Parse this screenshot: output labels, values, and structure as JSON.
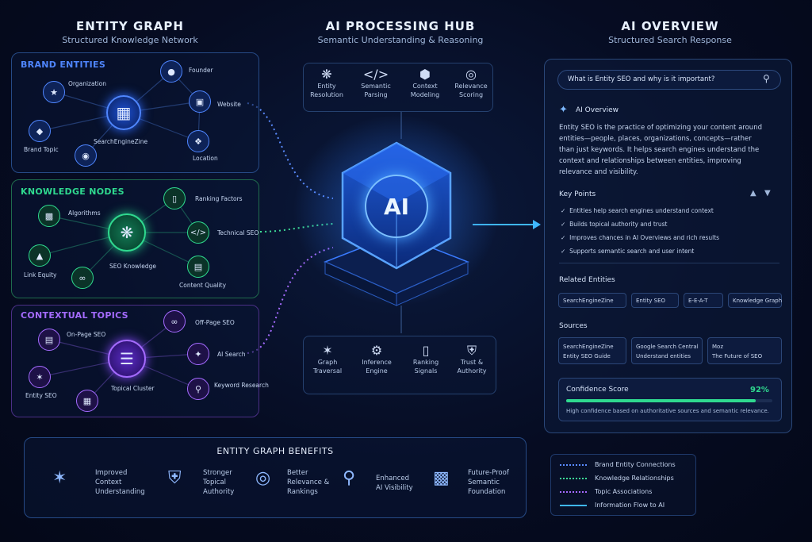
{
  "entity_graph": {
    "title": "ENTITY GRAPH",
    "subtitle": "Structured Knowledge Network",
    "brand": {
      "label": "BRAND ENTITIES",
      "center": "SearchEngineZine",
      "nodes": [
        "Organization",
        "Founder",
        "Website",
        "Brand Topic",
        "Location"
      ]
    },
    "knowledge": {
      "label": "KNOWLEDGE NODES",
      "center": "SEO Knowledge",
      "nodes": [
        "Algorithms",
        "Ranking Factors",
        "Technical SEO",
        "Link Equity",
        "Content Quality"
      ]
    },
    "contextual": {
      "label": "CONTEXTUAL TOPICS",
      "center": "Topical Cluster",
      "nodes": [
        "On-Page SEO",
        "Off-Page SEO",
        "AI Search",
        "Entity SEO",
        "Keyword Research"
      ]
    }
  },
  "hub": {
    "title": "AI PROCESSING HUB",
    "subtitle": "Semantic Understanding & Reasoning",
    "core_label": "AI",
    "top_items": [
      {
        "line1": "Entity",
        "line2": "Resolution"
      },
      {
        "line1": "Semantic",
        "line2": "Parsing"
      },
      {
        "line1": "Context",
        "line2": "Modeling"
      },
      {
        "line1": "Relevance",
        "line2": "Scoring"
      }
    ],
    "bottom_items": [
      {
        "line1": "Graph",
        "line2": "Traversal"
      },
      {
        "line1": "Inference",
        "line2": "Engine"
      },
      {
        "line1": "Ranking",
        "line2": "Signals"
      },
      {
        "line1": "Trust &",
        "line2": "Authority"
      }
    ]
  },
  "overview": {
    "title": "AI OVERVIEW",
    "subtitle": "Structured Search Response",
    "query": "What is Entity SEO and why is it important?",
    "ai_label": "AI Overview",
    "body_lines": [
      "Entity SEO is the practice of optimizing your content around",
      "entities—people, places, organizations, concepts—rather",
      "than just keywords. It helps search engines understand the",
      "context and relationships between entities, improving",
      "relevance and visibility."
    ],
    "key_points_label": "Key Points",
    "key_points": [
      "Entities help search engines understand context",
      "Builds topical authority and trust",
      "Improves chances in AI Overviews and rich results",
      "Supports semantic search and user intent"
    ],
    "related_label": "Related Entities",
    "related": [
      "SearchEngineZine",
      "Entity SEO",
      "E-E-A-T",
      "Knowledge Graph"
    ],
    "sources_label": "Sources",
    "sources": [
      {
        "name": "SearchEngineZine",
        "desc": "Entity SEO Guide"
      },
      {
        "name": "Google Search Central",
        "desc": "Understand entities"
      },
      {
        "name": "Moz",
        "desc": "The Future of SEO"
      }
    ],
    "confidence_label": "Confidence Score",
    "confidence_value": "92%",
    "confidence_fraction": 0.92,
    "confidence_note": "High confidence based on authoritative sources and semantic relevance."
  },
  "benefits": {
    "title": "ENTITY GRAPH BENEFITS",
    "items": [
      {
        "lines": [
          "Improved",
          "Context",
          "Understanding"
        ]
      },
      {
        "lines": [
          "Stronger",
          "Topical",
          "Authority"
        ]
      },
      {
        "lines": [
          "Better",
          "Relevance &",
          "Rankings"
        ]
      },
      {
        "lines": [
          "Enhanced",
          "AI Visibility"
        ]
      },
      {
        "lines": [
          "Future-Proof",
          "Semantic",
          "Foundation"
        ]
      }
    ]
  },
  "legend": [
    {
      "label": "Brand Entity Connections",
      "color": "#5b8cff"
    },
    {
      "label": "Knowledge Relationships",
      "color": "#3ddc97"
    },
    {
      "label": "Topic Associations",
      "color": "#a46bff"
    },
    {
      "label": "Information Flow to AI",
      "color": "#3fb7ff"
    }
  ],
  "colors": {
    "blue": "#4f86ff",
    "green": "#2fd98f",
    "purple": "#9b63ff",
    "cyan": "#3fb7ff"
  }
}
